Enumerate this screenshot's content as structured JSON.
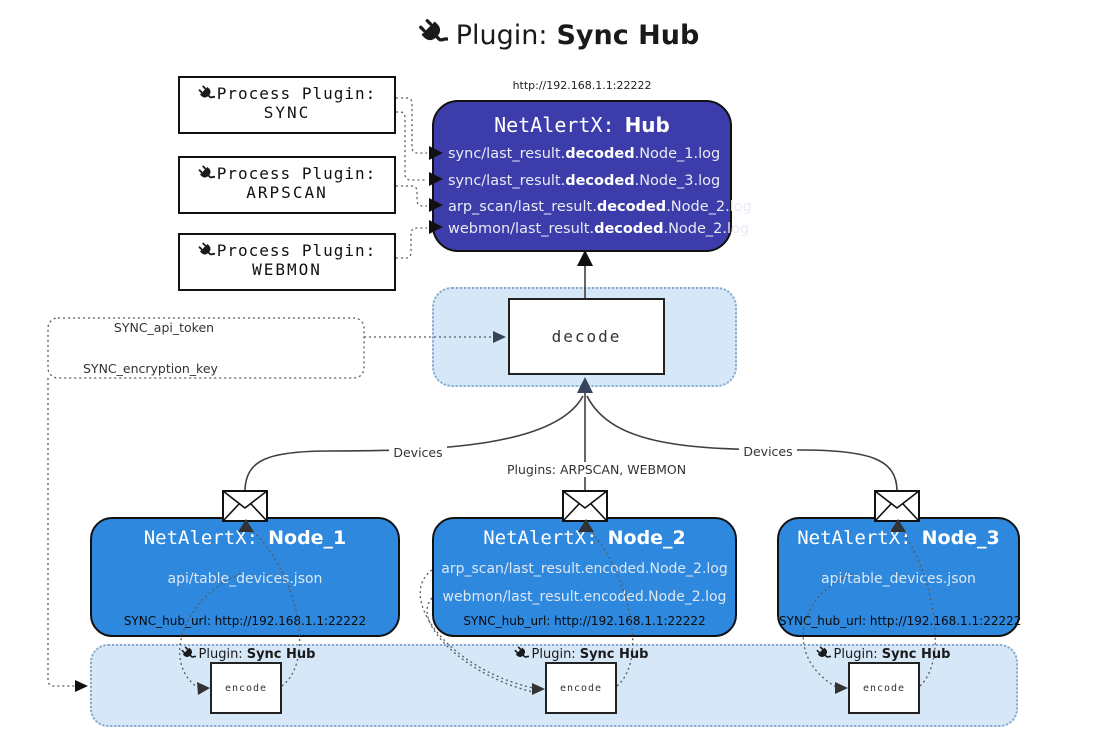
{
  "title": {
    "prefix": "Plugin:",
    "name": "Sync Hub"
  },
  "hub": {
    "url_label": "http://192.168.1.1:22222",
    "name_prefix": "NetAlertX:",
    "name": "Hub",
    "logs": [
      {
        "pre": "sync/last_result.",
        "mid": "decoded",
        "post": ".Node_1.log"
      },
      {
        "pre": "sync/last_result.",
        "mid": "decoded",
        "post": ".Node_3.log"
      },
      {
        "pre": "arp_scan/last_result.",
        "mid": "decoded",
        "post": ".Node_2.log"
      },
      {
        "pre": "webmon/last_result.",
        "mid": "decoded",
        "post": ".Node_2.log"
      }
    ]
  },
  "process_plugins": [
    {
      "line1": "Process Plugin:",
      "line2": "SYNC"
    },
    {
      "line1": "Process Plugin:",
      "line2": "ARPSCAN"
    },
    {
      "line1": "Process Plugin:",
      "line2": "WEBMON"
    }
  ],
  "decode": {
    "label": "decode"
  },
  "secrets": {
    "token": "SYNC_api_token",
    "key": "SYNC_encryption_key"
  },
  "edges": {
    "left": "Devices",
    "center": "Plugins: ARPSCAN, WEBMON",
    "right": "Devices"
  },
  "nodes": [
    {
      "name_prefix": "NetAlertX:",
      "name": "Node_1",
      "files": [
        "api/table_devices.json"
      ],
      "hub_url": "SYNC_hub_url: http://192.168.1.1:22222"
    },
    {
      "name_prefix": "NetAlertX:",
      "name": "Node_2",
      "files": [
        "arp_scan/last_result.encoded.Node_2.log",
        "webmon/last_result.encoded.Node_2.log"
      ],
      "hub_url": "SYNC_hub_url: http://192.168.1.1:22222"
    },
    {
      "name_prefix": "NetAlertX:",
      "name": "Node_3",
      "files": [
        "api/table_devices.json"
      ],
      "hub_url": "SYNC_hub_url: http://192.168.1.1:22222"
    }
  ],
  "encoders": [
    {
      "plugin_prefix": "Plugin:",
      "plugin_name": "Sync Hub",
      "label": "encode"
    },
    {
      "plugin_prefix": "Plugin:",
      "plugin_name": "Sync Hub",
      "label": "encode"
    },
    {
      "plugin_prefix": "Plugin:",
      "plugin_name": "Sync Hub",
      "label": "encode"
    }
  ],
  "colors": {
    "hub_fill": "#3c3cab",
    "node_fill": "#2e88de",
    "panel_fill": "#d6e7f8",
    "panel_border": "#84a9cc",
    "line": "#3f3f3f",
    "dotted_line": "#5a5a5a"
  }
}
